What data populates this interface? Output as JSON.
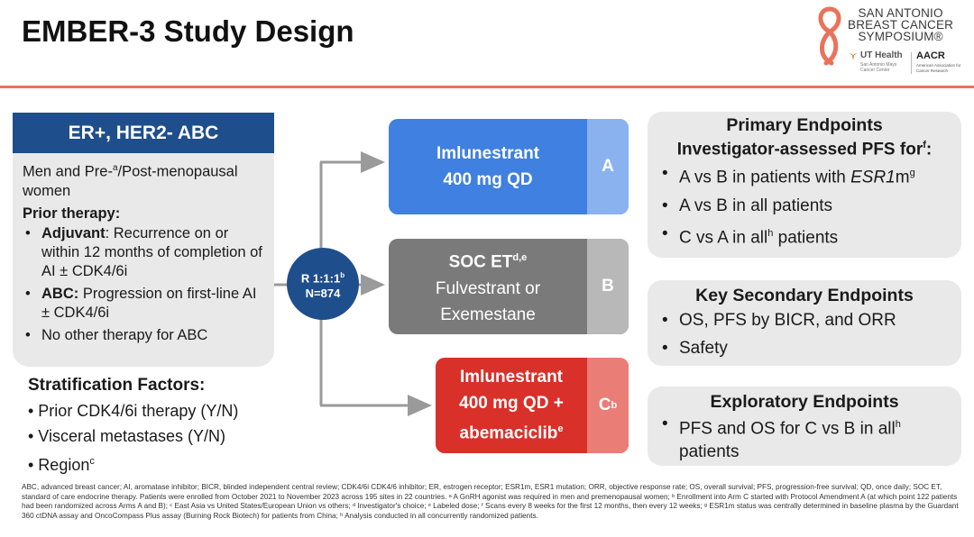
{
  "header": {
    "title": "EMBER-3 Study Design",
    "logo": {
      "sabcs_line1": "SAN ANTONIO",
      "sabcs_line2": "BREAST CANCER",
      "sabcs_line3": "SYMPOSIUM®",
      "ut_health": "UT Health",
      "ut_sub": "San Antonio Mays Cancer Center",
      "aacr": "AACR",
      "aacr_sub": "American Association for Cancer Research"
    },
    "accent_color": "#e8735a"
  },
  "eligibility": {
    "heading": "ER+, HER2- ABC",
    "population_1": "Men and Pre-",
    "population_sup": "a",
    "population_2": "/Post-menopausal women",
    "prior_label": "Prior therapy:",
    "items": [
      {
        "bold": "Adjuvant",
        "text": ": Recurrence on or within 12 months of completion of AI ± CDK4/6i"
      },
      {
        "bold": "ABC:",
        "text": " Progression on first-line AI ± CDK4/6i"
      },
      {
        "bold": "",
        "text": "No other therapy for ABC"
      }
    ]
  },
  "stratification": {
    "heading": "Stratification Factors:",
    "items": [
      "• Prior CDK4/6i therapy (Y/N)",
      "• Visceral metastases (Y/N)",
      "• Region"
    ],
    "region_sup": "c"
  },
  "randomization": {
    "ratio": "R 1:1:1",
    "ratio_sup": "b",
    "n": "N=874"
  },
  "arms": {
    "a": {
      "line1": "Imlunestrant",
      "line2": "400 mg QD",
      "label": "A",
      "color": "#3f80e0"
    },
    "b": {
      "line1": "SOC ET",
      "line1_sup": "d,e",
      "line2": "Fulvestrant or",
      "line3": "Exemestane",
      "label": "B",
      "color": "#7a7a7a"
    },
    "c": {
      "line1": "Imlunestrant",
      "line2": "400 mg QD +",
      "line3": "abemaciclib",
      "line3_sup": "e",
      "label": "C",
      "label_sup": "b",
      "color": "#d9302a"
    }
  },
  "endpoints": {
    "primary": {
      "heading": "Primary Endpoints",
      "subheading": "Investigator-assessed PFS for",
      "subheading_sup": "f",
      "subheading_end": ":",
      "items": [
        {
          "pre": "A vs B in patients with ",
          "ital": "ESR1",
          "post": "m",
          "sup": "g"
        },
        {
          "pre": "A vs B in all patients",
          "ital": "",
          "post": "",
          "sup": ""
        },
        {
          "pre": "C vs A in all",
          "ital": "",
          "post": " patients",
          "sup": "h"
        }
      ]
    },
    "secondary": {
      "heading": "Key Secondary Endpoints",
      "items": [
        "OS, PFS by BICR, and ORR",
        "Safety"
      ]
    },
    "exploratory": {
      "heading": "Exploratory Endpoints",
      "item_pre": "PFS and OS for C vs B in all",
      "item_sup": "h",
      "item_post": " patients"
    }
  },
  "footnote": "ABC, advanced breast cancer; AI, aromatase inhibitor; BICR, blinded independent central review; CDK4/6i CDK4/6 inhibitor; ER, estrogen receptor; ESR1m, ESR1 mutation; ORR, objective response rate; OS, overall survival; PFS, progression-free survival; QD, once daily; SOC ET, standard of care endocrine therapy. Patients were enrolled from October 2021 to November 2023 across 195 sites in 22 countries. ᵃ A GnRH agonist was required in men and premenopausal women; ᵇ Enrollment into Arm C started with Protocol Amendment A (at which point 122 patients had been randomized across Arms A and B); ᶜ East Asia vs United States/European Union vs others; ᵈ Investigator's choice; ᵉ Labeled dose; ᶠ Scans every 8 weeks for the first 12 months, then every 12 weeks; ᵍ ESR1m status was centrally determined in baseline plasma by the Guardant 360 ctDNA assay and OncoCompass Plus assay (Burning Rock Biotech) for patients from China; ʰ Analysis conducted in all concurrently randomized patients."
}
